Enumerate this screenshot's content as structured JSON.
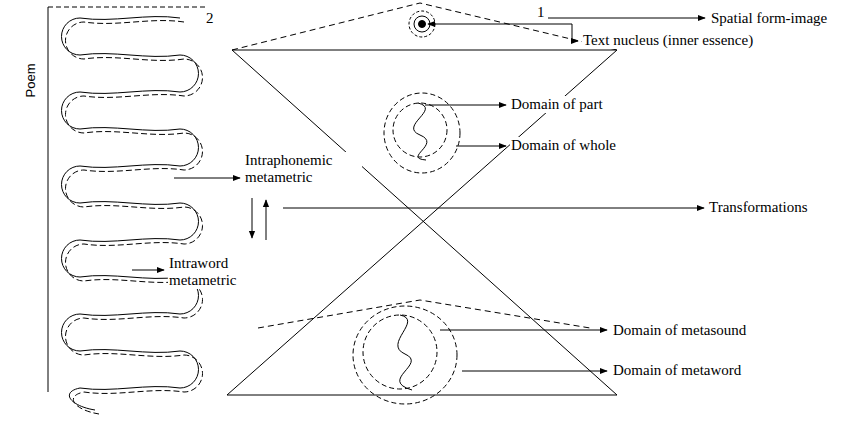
{
  "diagram": {
    "labels": [
      "2",
      "1",
      "Spatial form-image",
      "Text nucleus (inner essence)",
      "Domain of part",
      "Domain of whole",
      "Intraphonemic metametric",
      "Transformations",
      "Intraword metametric",
      "Domain of metasound",
      "Domain of metaword",
      "Poem"
    ]
  }
}
